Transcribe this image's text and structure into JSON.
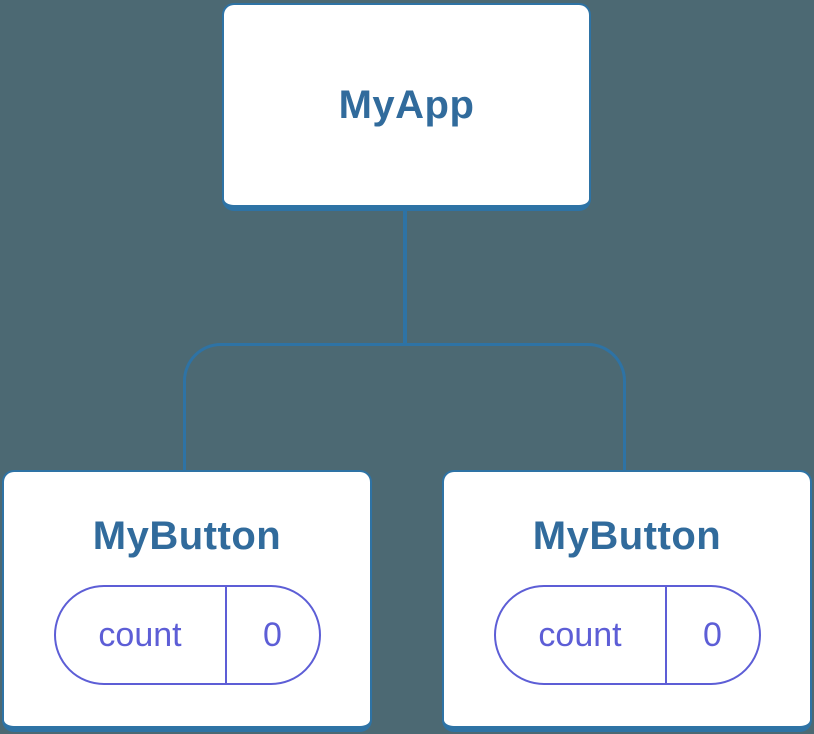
{
  "diagram": {
    "type": "component-tree",
    "colors": {
      "background": "#4c6973",
      "line_blue": "#2e73a5",
      "label_blue": "#316b9c",
      "state_purple": "#5d5ed6",
      "card_white": "#ffffff"
    },
    "root": {
      "label": "MyApp"
    },
    "children": [
      {
        "label": "MyButton",
        "state": {
          "key": "count",
          "value": "0"
        }
      },
      {
        "label": "MyButton",
        "state": {
          "key": "count",
          "value": "0"
        }
      }
    ]
  }
}
